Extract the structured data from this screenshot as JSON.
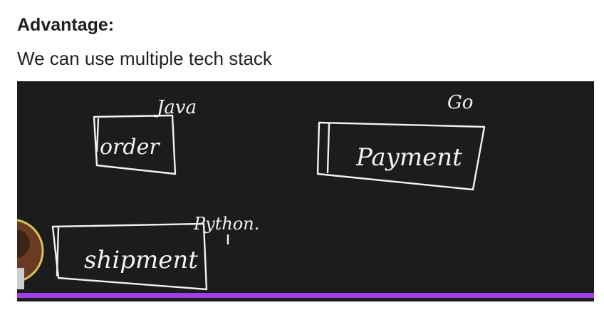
{
  "content": {
    "heading": "Advantage:",
    "description": "We can use multiple tech stack"
  },
  "whiteboard": {
    "services": [
      {
        "name": "order",
        "label": "order",
        "tech": "Java"
      },
      {
        "name": "payment",
        "label": "Payment",
        "tech": "Go"
      },
      {
        "name": "shipment",
        "label": "shipment",
        "tech": "Python."
      }
    ]
  },
  "player": {
    "progress": 1.0,
    "progress_color": "#a23ee6",
    "presenter_avatar": "presenter-webcam"
  }
}
